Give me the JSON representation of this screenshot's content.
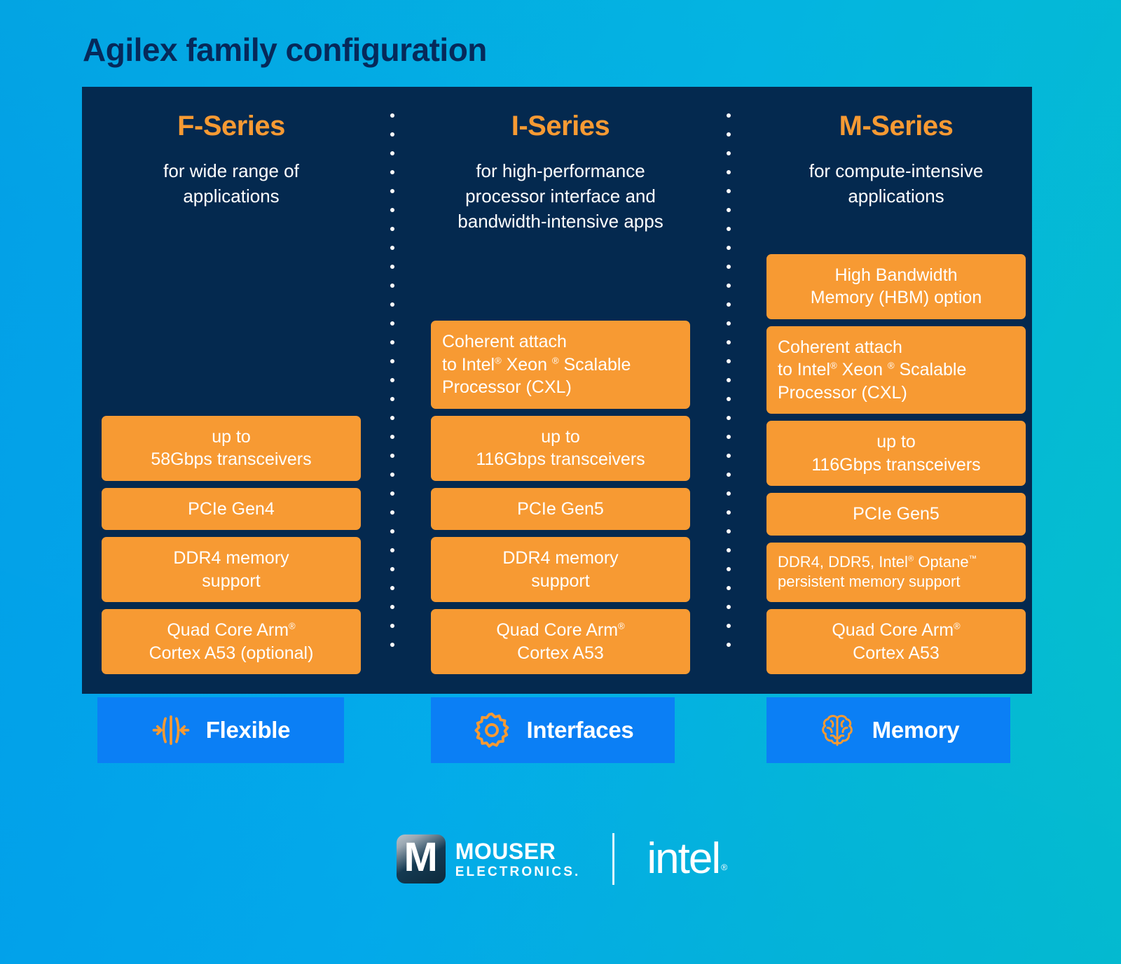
{
  "title": "Agilex family configuration",
  "colors": {
    "panel_bg": "#04294f",
    "accent_orange": "#f79a33",
    "badge_blue": "#0b7ff5",
    "bg_from": "#039fe6",
    "bg_to": "#05c0cb"
  },
  "columns": [
    {
      "heading": "F-Series",
      "subtitle_lines": [
        "for wide range of",
        "applications"
      ],
      "boxes": [
        {
          "align": "center",
          "lines": [
            "up to",
            "58Gbps transceivers"
          ]
        },
        {
          "align": "center",
          "lines": [
            "PCIe Gen4"
          ]
        },
        {
          "align": "center",
          "lines": [
            "DDR4 memory",
            "support"
          ]
        },
        {
          "align": "center",
          "lines": [
            "Quad Core Arm®",
            "Cortex A53 (optional)"
          ]
        }
      ],
      "badge": {
        "label": "Flexible",
        "icon": "flexible-arrows-icon"
      }
    },
    {
      "heading": "I-Series",
      "subtitle_lines": [
        "for high-performance",
        "processor interface and",
        "bandwidth-intensive apps"
      ],
      "boxes": [
        {
          "align": "left",
          "lines": [
            "Coherent attach",
            "to Intel® Xeon ® Scalable",
            "Processor (CXL)"
          ]
        },
        {
          "align": "center",
          "lines": [
            "up to",
            "116Gbps transceivers"
          ]
        },
        {
          "align": "center",
          "lines": [
            "PCIe Gen5"
          ]
        },
        {
          "align": "center",
          "lines": [
            "DDR4 memory",
            "support"
          ]
        },
        {
          "align": "center",
          "lines": [
            "Quad Core Arm®",
            "Cortex A53"
          ]
        }
      ],
      "badge": {
        "label": "Interfaces",
        "icon": "gear-icon"
      }
    },
    {
      "heading": "M-Series",
      "subtitle_lines": [
        "for compute-intensive",
        "applications"
      ],
      "boxes": [
        {
          "align": "center",
          "lines": [
            "High Bandwidth",
            "Memory (HBM) option"
          ]
        },
        {
          "align": "left",
          "lines": [
            "Coherent attach",
            "to Intel® Xeon ® Scalable",
            "Processor (CXL)"
          ]
        },
        {
          "align": "center",
          "lines": [
            "up to",
            "116Gbps transceivers"
          ]
        },
        {
          "align": "center",
          "lines": [
            "PCIe Gen5"
          ]
        },
        {
          "align": "left",
          "small": true,
          "lines": [
            "DDR4, DDR5, Intel® Optane™",
            "persistent memory support"
          ]
        },
        {
          "align": "center",
          "lines": [
            "Quad Core Arm®",
            "Cortex A53"
          ]
        }
      ],
      "badge": {
        "label": "Memory",
        "icon": "brain-icon"
      }
    }
  ],
  "footer": {
    "mouser_mark": "M",
    "mouser_word_1": "MOUSER",
    "mouser_word_2": "ELECTRONICS.",
    "intel_word": "intel",
    "intel_mark": "®"
  }
}
